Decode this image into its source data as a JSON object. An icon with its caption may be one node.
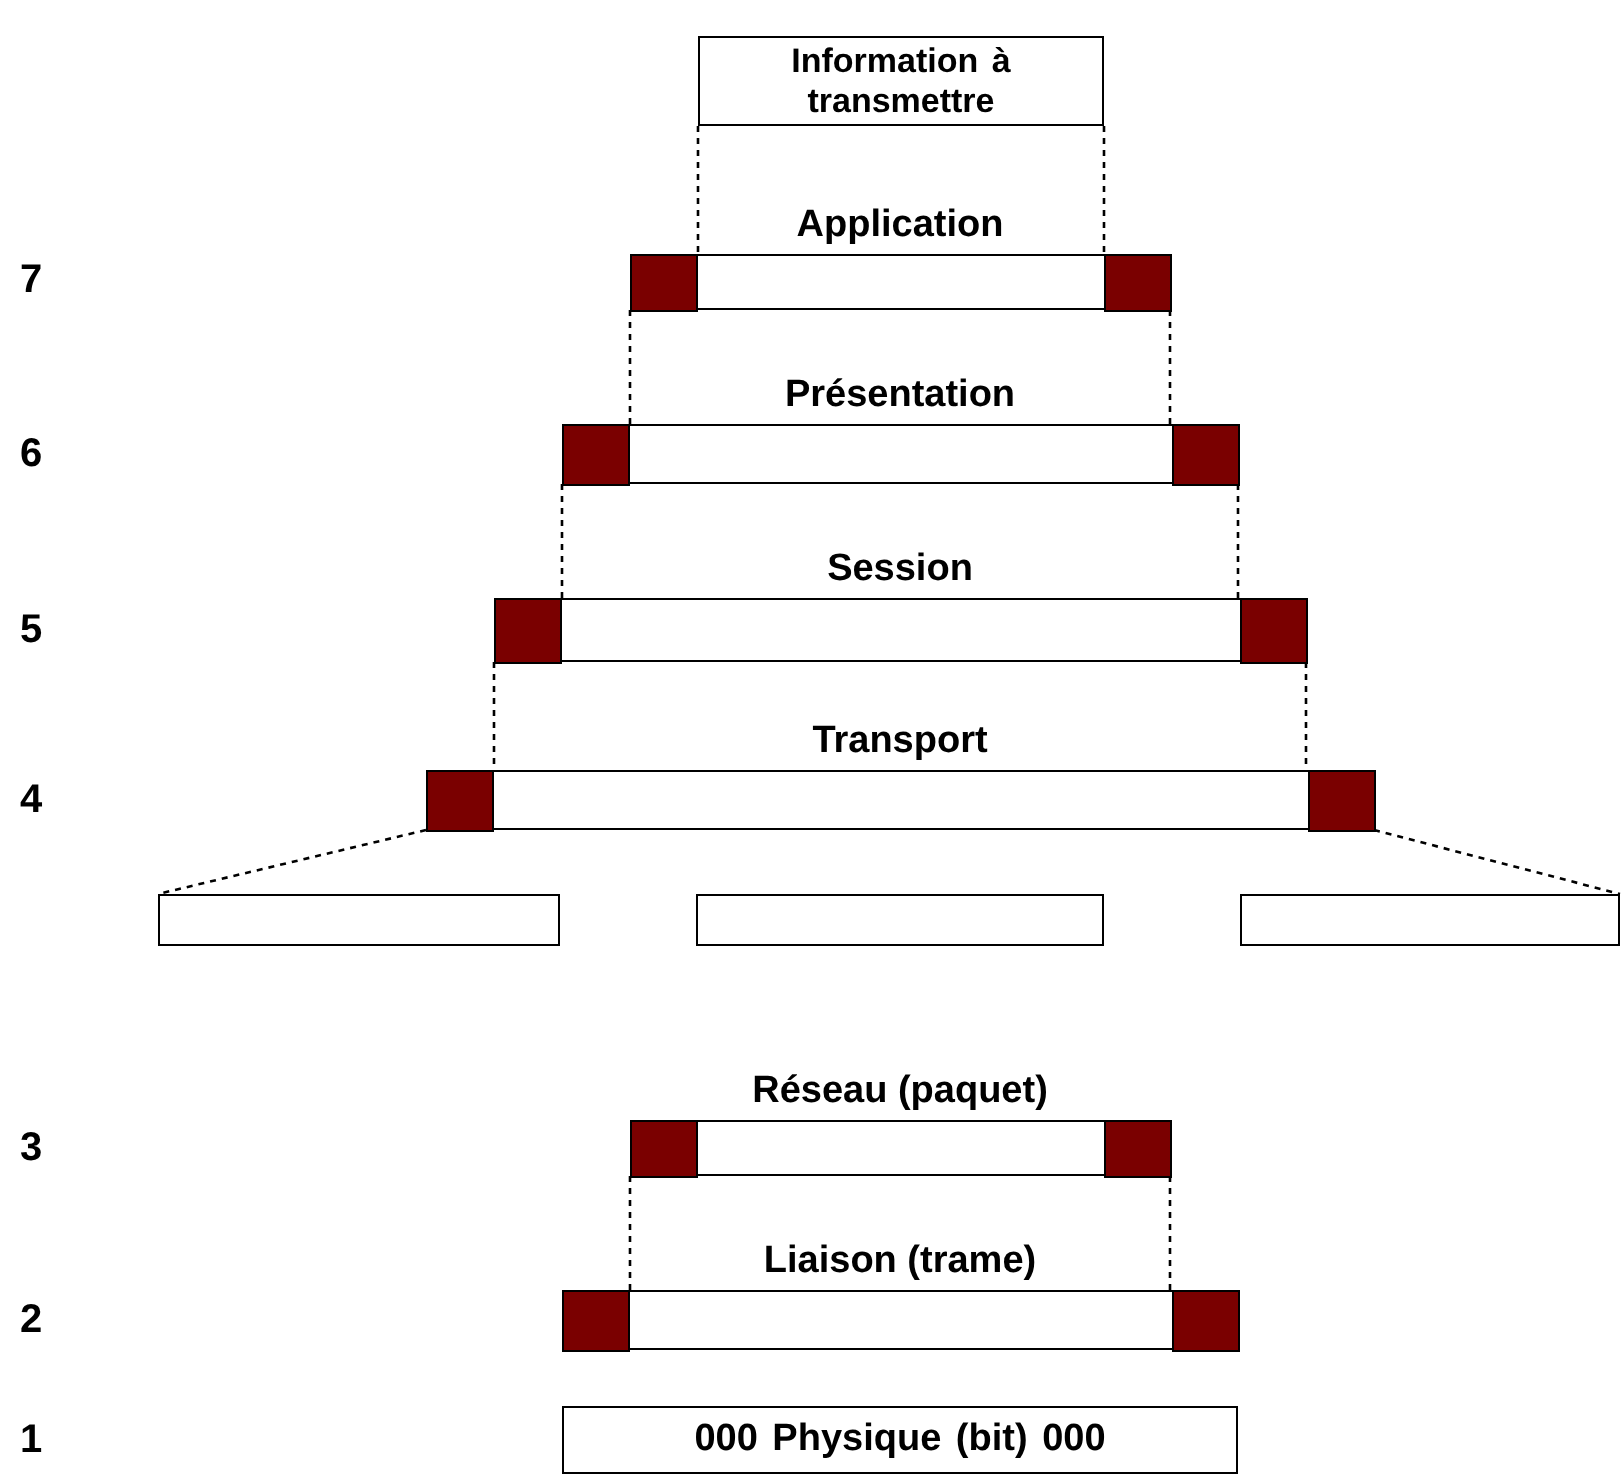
{
  "diagram": {
    "nodes": [
      {
        "text": [
          "Information à transmettre"
        ]
      },
      {
        "text": [
          "Application"
        ]
      },
      {
        "text": [
          "Présentation"
        ]
      },
      {
        "text": [
          "Session"
        ]
      },
      {
        "text": [
          "Transport"
        ]
      },
      {
        "text": [],
        "shape": "box"
      },
      {
        "text": [],
        "shape": "box"
      },
      {
        "text": [],
        "shape": "box"
      },
      {
        "text": [
          "Réseau (paquet)"
        ]
      },
      {
        "text": [
          "Liaison (trame)"
        ]
      },
      {
        "text": [
          "000 Physique (bit) 000"
        ]
      }
    ],
    "edges": [
      {
        "from": 0,
        "to": 1,
        "arrow": "none",
        "style": "dashed"
      },
      {
        "from": 0,
        "to": 1,
        "arrow": "none",
        "style": "dashed"
      },
      {
        "from": 1,
        "to": 2,
        "arrow": "none",
        "style": "dashed"
      },
      {
        "from": 1,
        "to": 2,
        "arrow": "none",
        "style": "dashed"
      },
      {
        "from": 2,
        "to": 3,
        "arrow": "none",
        "style": "dashed"
      },
      {
        "from": 2,
        "to": 3,
        "arrow": "none",
        "style": "dashed"
      },
      {
        "from": 3,
        "to": 4,
        "arrow": "none",
        "style": "dashed"
      },
      {
        "from": 3,
        "to": 4,
        "arrow": "none",
        "style": "dashed"
      },
      {
        "from": 4,
        "to": 5,
        "arrow": "none",
        "style": "dashed"
      },
      {
        "from": 4,
        "to": 7,
        "arrow": "none",
        "style": "dashed"
      },
      {
        "from": 8,
        "to": 9,
        "arrow": "none",
        "style": "dashed"
      },
      {
        "from": 8,
        "to": 9,
        "arrow": "none",
        "style": "dashed"
      }
    ],
    "labels": [
      "7",
      "6",
      "5",
      "4",
      "3",
      "2",
      "1"
    ]
  }
}
